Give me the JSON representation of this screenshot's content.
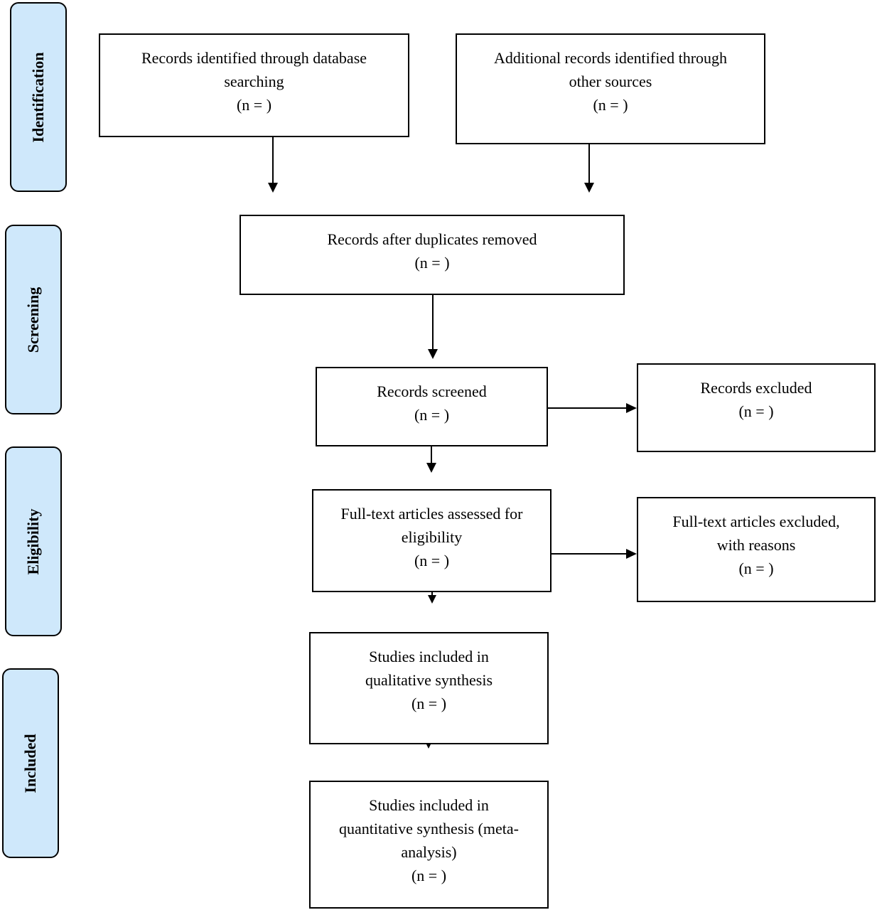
{
  "phases": {
    "identification": "Identification",
    "screening": "Screening",
    "eligibility": "Eligibility",
    "included": "Included"
  },
  "boxes": {
    "database_search": {
      "lines": [
        "Records identified through database",
        "searching"
      ],
      "count": "(n =   )"
    },
    "other_sources": {
      "lines": [
        "Additional records identified through",
        "other sources"
      ],
      "count": "(n =   )"
    },
    "duplicates_removed": {
      "lines": [
        "Records after duplicates removed"
      ],
      "count": "(n =   )"
    },
    "screened": {
      "lines": [
        "Records screened"
      ],
      "count": "(n =   )"
    },
    "excluded": {
      "lines": [
        "Records excluded"
      ],
      "count": "(n =   )"
    },
    "fulltext_assessed": {
      "lines": [
        "Full-text articles assessed for",
        "eligibility"
      ],
      "count": "(n =   )"
    },
    "fulltext_excluded": {
      "lines": [
        "Full-text articles excluded,",
        "with reasons"
      ],
      "count": "(n =   )"
    },
    "qualitative": {
      "lines": [
        "Studies included in",
        "qualitative synthesis"
      ],
      "count": "(n =   )"
    },
    "quantitative": {
      "lines": [
        "Studies included in",
        "quantitative synthesis (meta-",
        "analysis)"
      ],
      "count": "(n =   )"
    }
  }
}
